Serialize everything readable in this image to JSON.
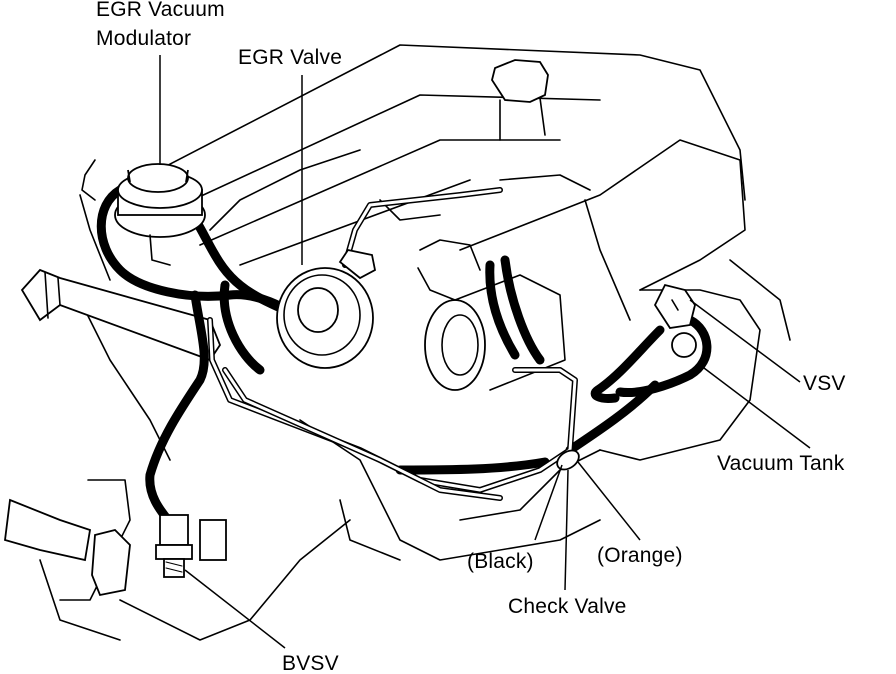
{
  "labels": {
    "egr_vacuum_modulator_line1": "EGR Vacuum",
    "egr_vacuum_modulator_line2": "Modulator",
    "egr_valve": "EGR Valve",
    "vsv": "VSV",
    "vacuum_tank": "Vacuum Tank",
    "orange": "(Orange)",
    "black": "(Black)",
    "check_valve": "Check Valve",
    "bvsv": "BVSV"
  }
}
